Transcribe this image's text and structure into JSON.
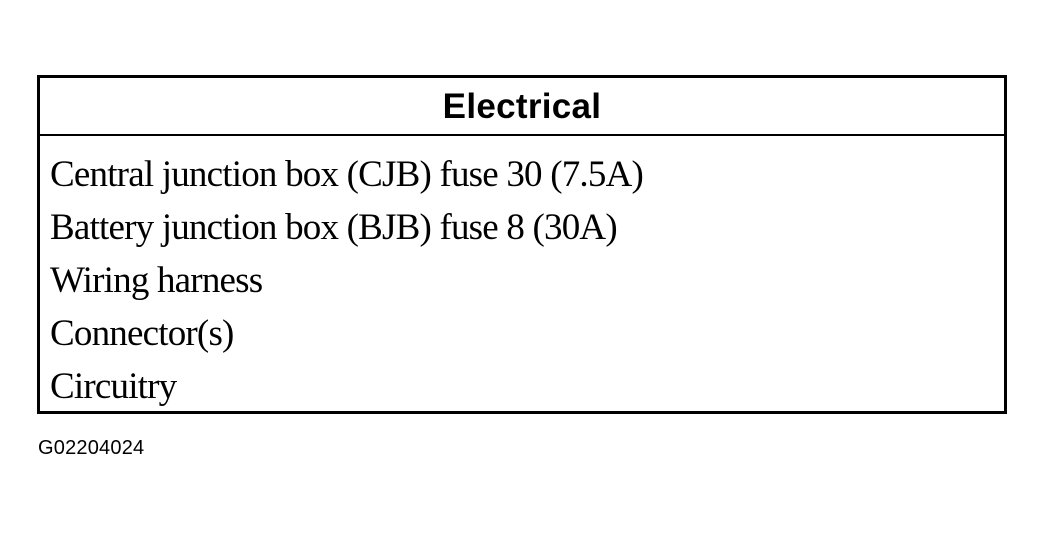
{
  "table": {
    "title": "Electrical",
    "items": [
      "Central junction box (CJB) fuse 30 (7.5A)",
      "Battery junction box (BJB) fuse 8 (30A)",
      "Wiring harness",
      "Connector(s)",
      "Circuitry"
    ]
  },
  "figure_id": "G02204024"
}
